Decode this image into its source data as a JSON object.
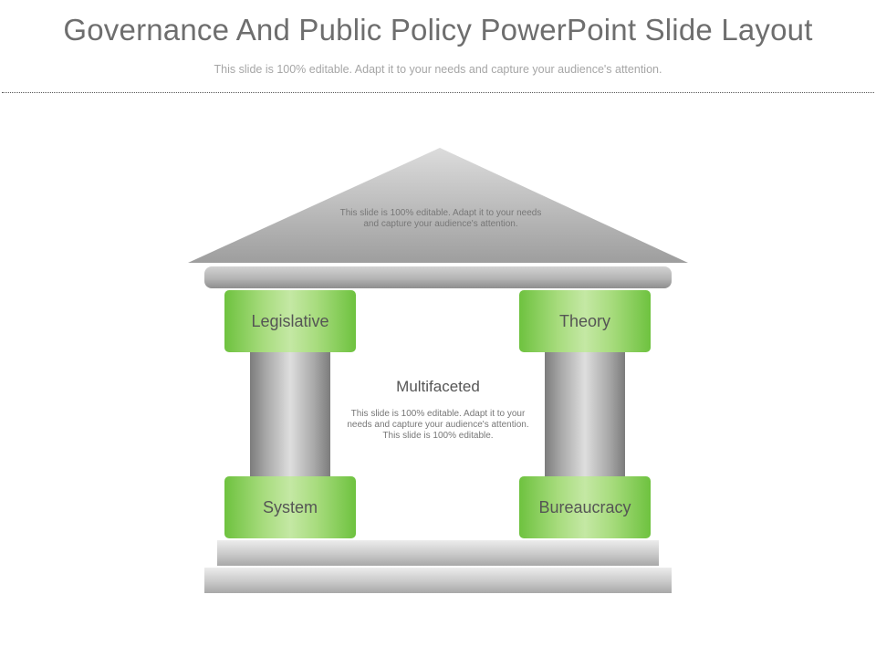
{
  "header": {
    "title": "Governance And Public Policy PowerPoint Slide Layout",
    "subtitle": "This slide is 100% editable. Adapt it to your needs and capture your audience's attention."
  },
  "roof": {
    "text": "This slide is 100% editable. Adapt it to your needs and capture your audience's attention."
  },
  "pillars": {
    "top_left": "Legislative",
    "top_right": "Theory",
    "bottom_left": "System",
    "bottom_right": "Bureaucracy"
  },
  "center": {
    "title": "Multifaceted",
    "text": "This slide is 100% editable. Adapt it to your needs and capture your audience's attention. This slide is 100% editable."
  },
  "colors": {
    "green_accent": "#8ccf5f",
    "roof_light": "#d9d9d9",
    "roof_dark": "#a0a0a0"
  }
}
